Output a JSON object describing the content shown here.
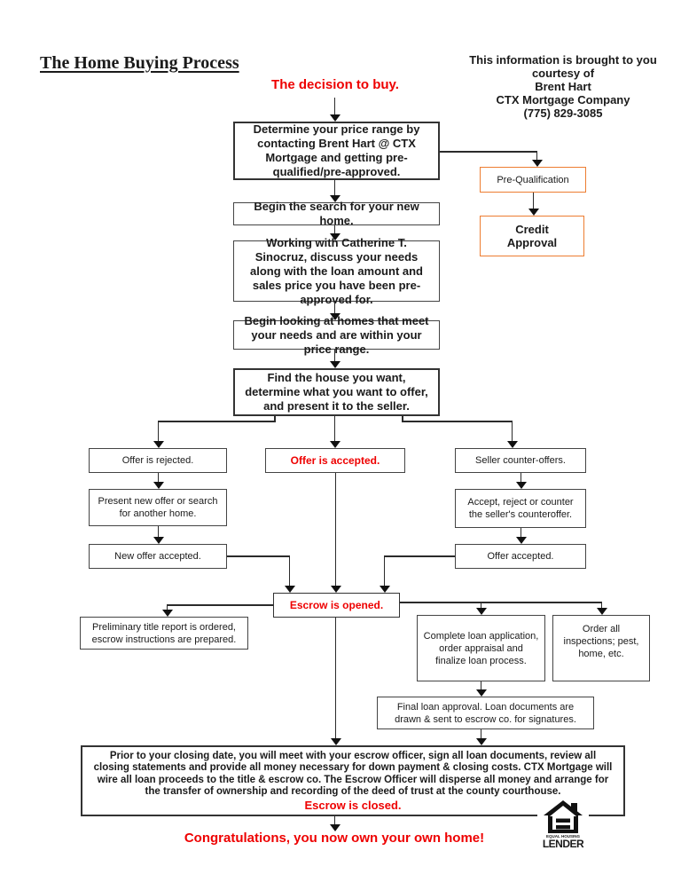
{
  "page": {
    "title": "The Home Buying Process",
    "decision_label": "The decision to buy.",
    "congrats": "Congratulations, you now own your own home!"
  },
  "header": {
    "courtesy_lines": [
      "This information is brought to you",
      "courtesy of",
      "Brent Hart",
      "CTX Mortgage Company",
      "(775) 829-3085"
    ]
  },
  "colors": {
    "red": "#ee0000",
    "orange": "#ED7D31",
    "line": "#2b2b2b"
  },
  "flow": {
    "determine": "Determine your price range by contacting Brent Hart @ CTX Mortgage and getting pre-qualified/pre-approved.",
    "pre_qualification": "Pre-Qualification",
    "credit_approval_lines": [
      "Credit",
      "Approval"
    ],
    "begin_search": "Begin the search for your new home.",
    "working_with": "Working with Catherine T. Sinocruz, discuss your needs along with the loan amount and sales price you have been pre-approved for.",
    "begin_looking": "Begin looking at homes that meet your needs and are within your price range.",
    "find_house": "Find the house you want, determine what you want to offer, and present it to the seller.",
    "offer_rejected": "Offer is rejected.",
    "offer_accepted": "Offer is accepted.",
    "seller_counter": "Seller counter-offers.",
    "present_new_offer": "Present new offer or search for another home.",
    "new_offer_accepted": "New offer accepted.",
    "accept_reject_counter": "Accept, reject or counter the seller's counteroffer.",
    "counter_offer_accepted": "Offer accepted.",
    "escrow_opened": "Escrow is opened.",
    "preliminary_title": "Preliminary title report is ordered, escrow instructions are prepared.",
    "complete_loan": "Complete loan application, order appraisal and finalize loan process.",
    "order_inspections": "Order all inspections; pest, home, etc.",
    "final_loan": "Final loan approval. Loan documents are drawn & sent to escrow co. for signatures.",
    "closing": "Prior to your closing date, you will meet with your escrow officer, sign all loan documents, review all closing statements and provide all money necessary for down payment & closing costs. CTX Mortgage will wire all loan proceeds to the title & escrow co. The Escrow Officer will disperse all money and arrange for the transfer of ownership and recording of the deed of trust at the county courthouse.",
    "escrow_closed": "Escrow is closed."
  },
  "logo": {
    "caption1": "EQUAL HOUSING",
    "caption2": "LENDER"
  }
}
